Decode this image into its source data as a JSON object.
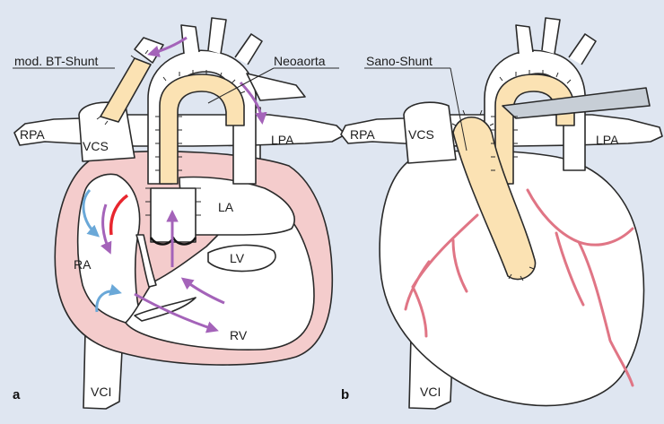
{
  "colors": {
    "background": "#dfe6f1",
    "tissue": "#ffffff",
    "myocardium": "#f4cccc",
    "myocardium_edge": "#e9a7a7",
    "shunt": "#fbe2b3",
    "deoxygenated_arrow": "#6aa8d8",
    "oxygenated_arrow": "#e8262e",
    "mixed_arrow": "#a463b9",
    "coronary": "#e07585",
    "outline": "#2a2a2a"
  },
  "panels": {
    "a": {
      "letter": "a",
      "labels": {
        "shunt": "mod. BT-Shunt",
        "neoaorta": "Neoaorta",
        "rpa": "RPA",
        "vcs": "VCS",
        "lpa": "LPA",
        "ra": "RA",
        "la": "LA",
        "lv": "LV",
        "rv": "RV",
        "vci": "VCI"
      }
    },
    "b": {
      "letter": "b",
      "labels": {
        "shunt": "Sano-Shunt",
        "rpa": "RPA",
        "vcs": "VCS",
        "lpa": "LPA",
        "vci": "VCI"
      }
    }
  }
}
